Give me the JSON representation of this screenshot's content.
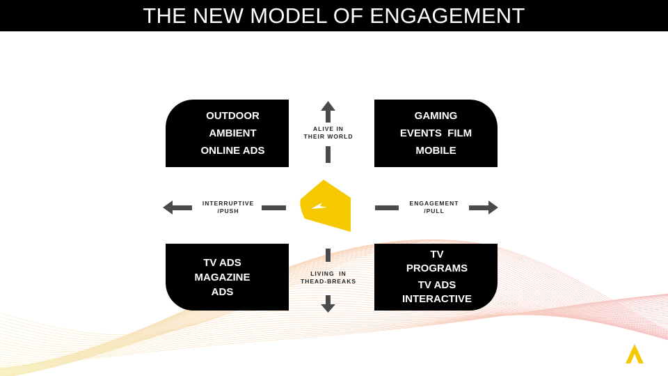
{
  "title": "THE NEW MODEL OF ENGAGEMENT",
  "quadrants": {
    "top_left": [
      "OUTDOOR",
      "AMBIENT",
      "ONLINE ADS"
    ],
    "top_right": [
      "GAMING",
      "EVENTS  FILM",
      "MOBILE"
    ],
    "bottom_left": [
      "TV ADS",
      "MAGAZINE",
      "ADS"
    ],
    "bottom_right": [
      "TV",
      "PROGRAMS",
      "TV ADS",
      "INTERACTIVE"
    ]
  },
  "axis_labels": {
    "up": [
      "ALIVE IN",
      "THEIR WORLD"
    ],
    "down": [
      "LIVING  IN",
      "THEAD-BREAKS"
    ],
    "left": [
      "INTERRUPTIVE",
      "/PUSH"
    ],
    "right": [
      "ENGAGEMENT",
      "/PULL"
    ]
  },
  "colors": {
    "title_bar": "#000000",
    "box": "#000000",
    "arrow": "#4a4a4a",
    "logo": "#f5c800"
  },
  "icons": {
    "center": "yellow-logo-icon",
    "corner": "triangle-logo-icon"
  }
}
